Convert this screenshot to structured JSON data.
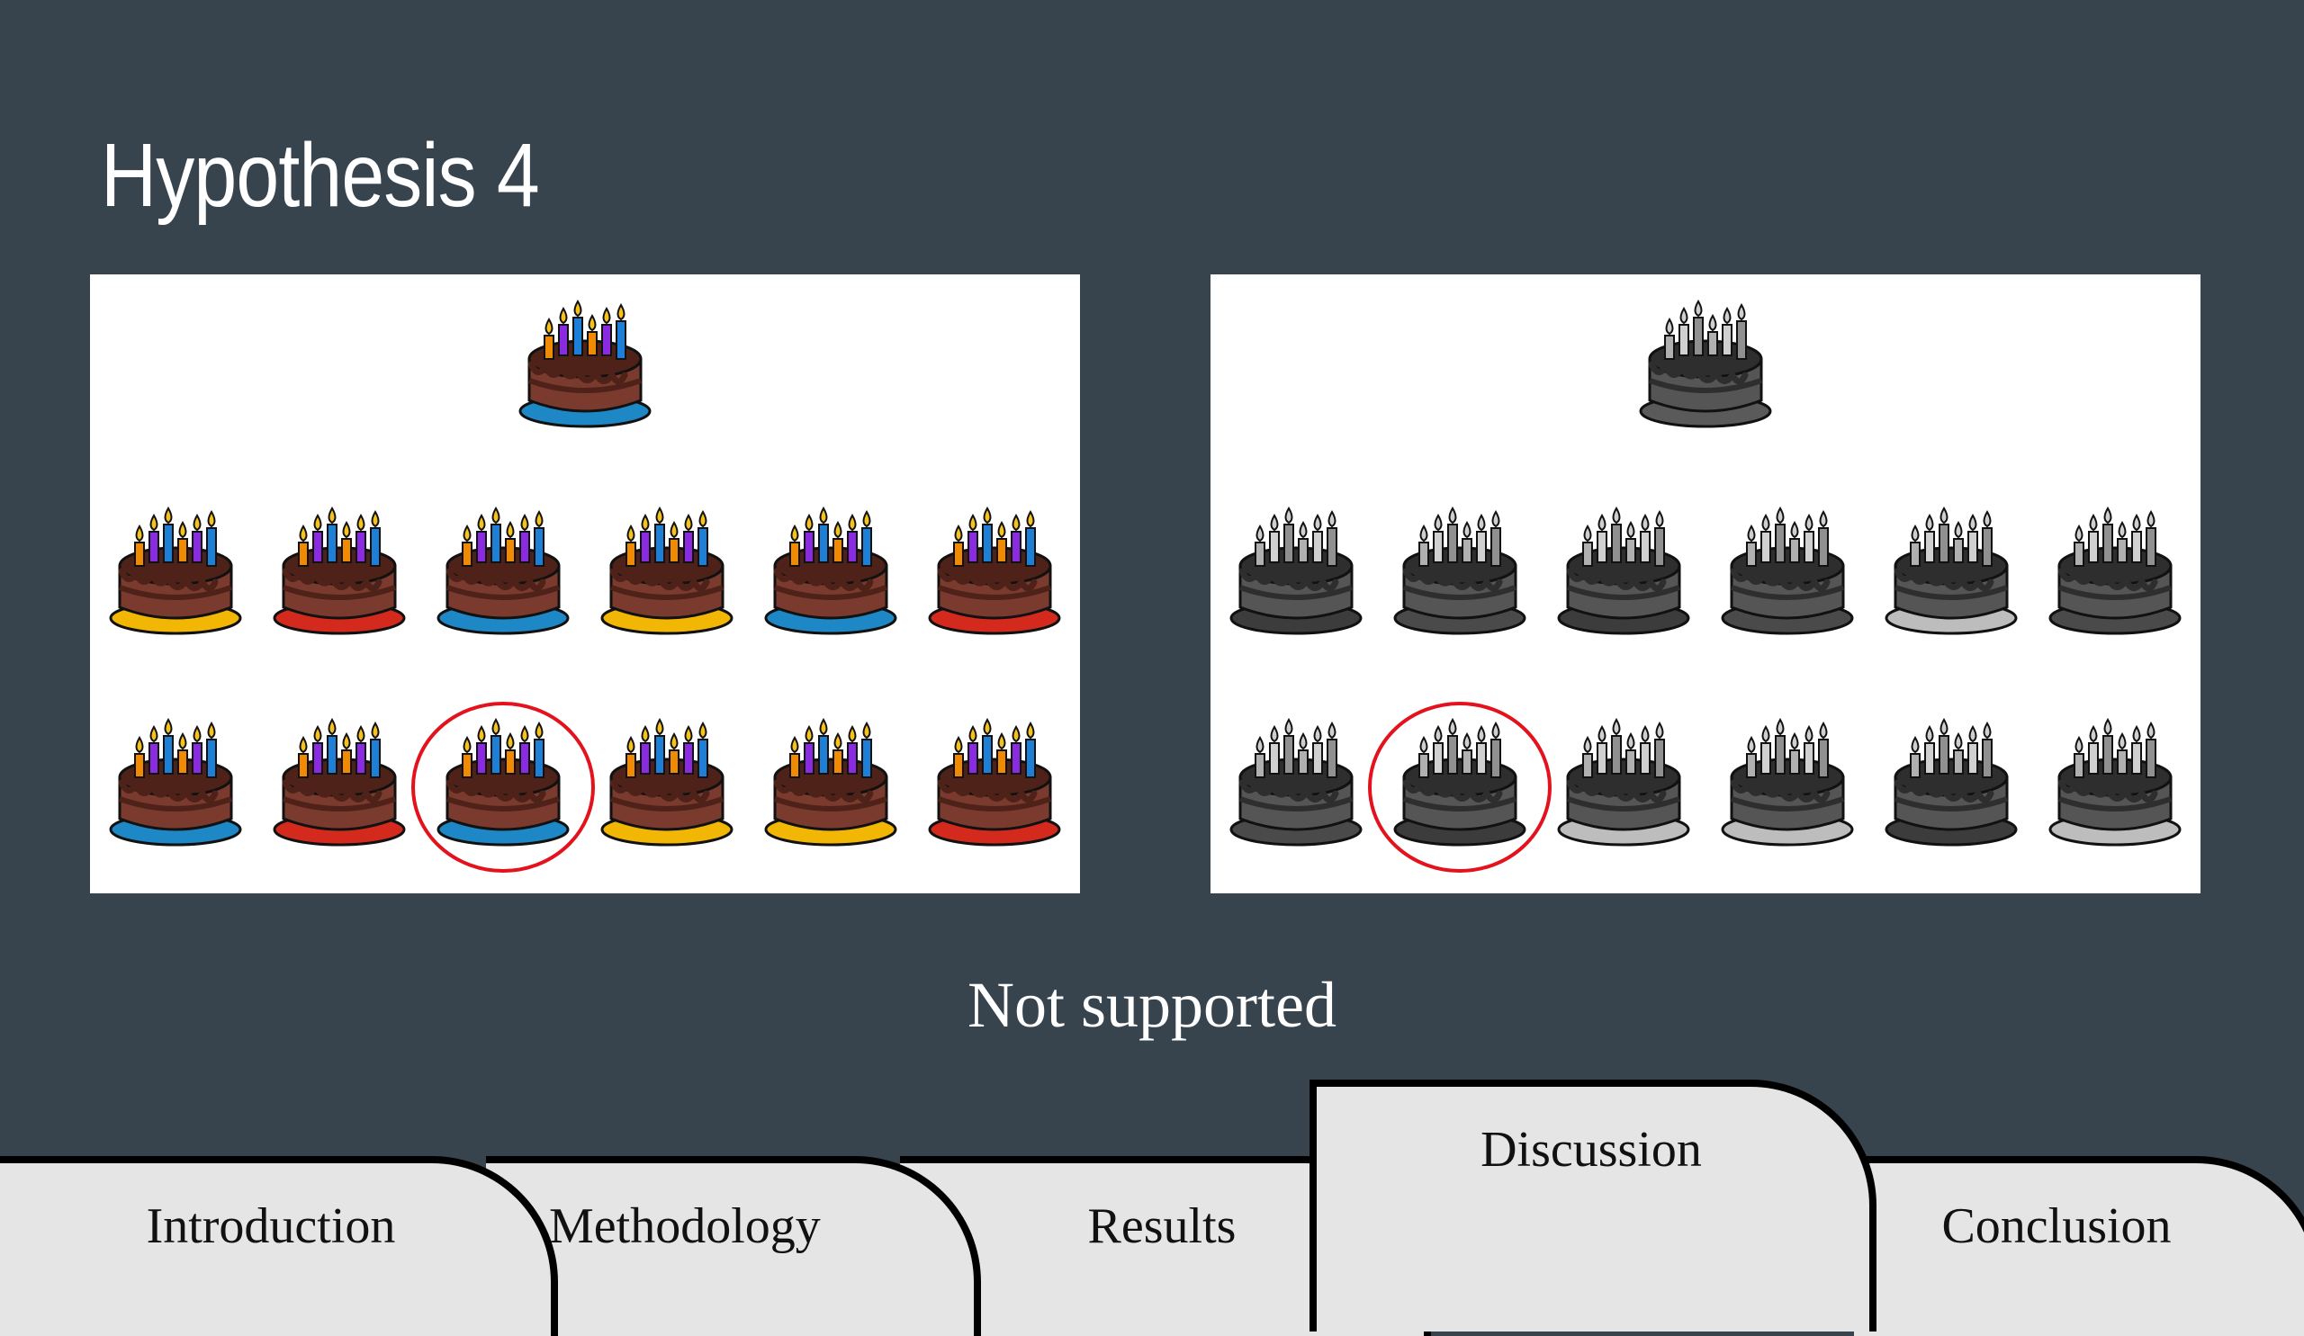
{
  "slide": {
    "title": "Hypothesis 4",
    "verdict": "Not supported"
  },
  "panels": [
    {
      "id": "panel-color",
      "style": "color",
      "top_cake": {
        "plate": "#1e88c7"
      },
      "rows": [
        [
          "#f2b705",
          "#d42a1e",
          "#1e88c7",
          "#f2b705",
          "#1e88c7",
          "#d42a1e"
        ],
        [
          "#1e88c7",
          "#d42a1e",
          "#1e88c7",
          "#f2b705",
          "#f2b705",
          "#d42a1e"
        ]
      ],
      "circled": {
        "row": 1,
        "col": 2
      }
    },
    {
      "id": "panel-gray",
      "style": "gray",
      "top_cake": {
        "plate": "#5a5a5a"
      },
      "rows": [
        [
          "#3c3c3c",
          "#4a4a4a",
          "#3c3c3c",
          "#4a4a4a",
          "#bdbdbd",
          "#4a4a4a"
        ],
        [
          "#4a4a4a",
          "#3c3c3c",
          "#bdbdbd",
          "#bdbdbd",
          "#3c3c3c",
          "#bdbdbd"
        ]
      ],
      "circled": {
        "row": 1,
        "col": 1
      }
    }
  ],
  "colors": {
    "background": "#37444e",
    "circle": "#e3121c",
    "tab_fill": "#e5e5e5",
    "cake_body": "#7a3b2e",
    "cake_frosting": "#4e2219",
    "candles": [
      "#f08a00",
      "#8a2be2",
      "#1e7fd6"
    ]
  },
  "tabs": [
    {
      "id": "introduction",
      "label": "Introduction"
    },
    {
      "id": "methodology",
      "label": "Methodology"
    },
    {
      "id": "results",
      "label": "Results"
    },
    {
      "id": "discussion",
      "label": "Discussion",
      "active": true
    },
    {
      "id": "conclusion",
      "label": "Conclusion"
    }
  ]
}
